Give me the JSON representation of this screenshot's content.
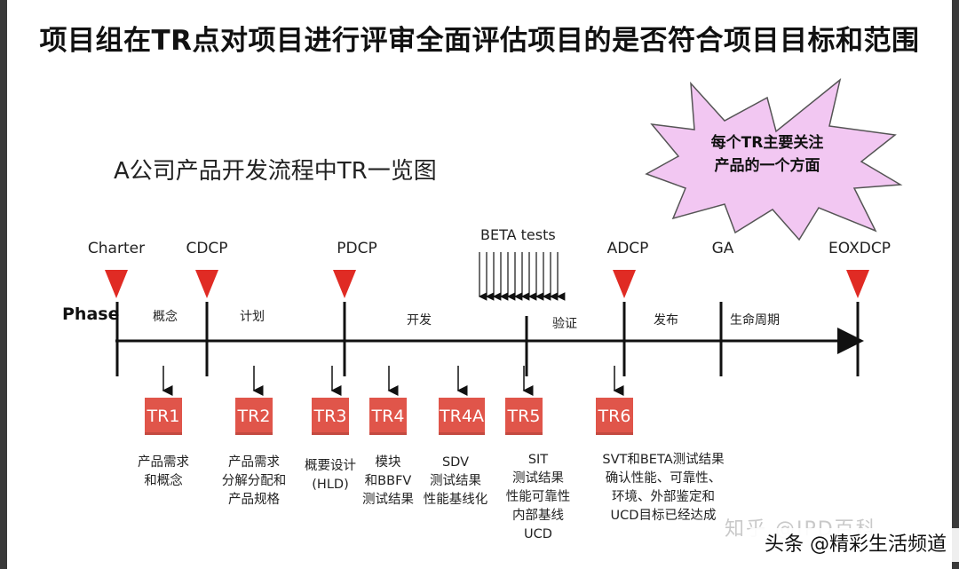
{
  "title": "项目组在TR点对项目进行评审全面评估项目的是否符合项目目标和范围",
  "subtitle": "A公司产品开发流程中TR一览图",
  "callout": "每个TR主要关注\n产品的一个方面",
  "axis_label": "Phase",
  "beta_label": "BETA tests",
  "milestones": [
    "Charter",
    "CDCP",
    "PDCP",
    "ADCP",
    "GA",
    "EOXDCP"
  ],
  "phases": [
    "概念",
    "计划",
    "开发",
    "验证",
    "发布",
    "生命周期"
  ],
  "tr_points": [
    {
      "label": "TR1",
      "desc": "产品需求\n和概念"
    },
    {
      "label": "TR2",
      "desc": "产品需求\n分解分配和\n产品规格"
    },
    {
      "label": "TR3",
      "desc": "概要设计\n(HLD)"
    },
    {
      "label": "TR4",
      "desc": "模块\n和BBFV\n测试结果"
    },
    {
      "label": "TR4A",
      "desc": "SDV\n测试结果\n性能基线化"
    },
    {
      "label": "TR5",
      "desc": "SIT\n测试结果\n性能可靠性\n内部基线\nUCD"
    },
    {
      "label": "TR6",
      "desc": "SVT和BETA测试结果\n确认性能、可靠性、\n环境、外部鉴定和\nUCD目标已经达成"
    }
  ],
  "watermark": "知乎 @IPD百科",
  "footer_credit": "头条 @精彩生活频道",
  "colors": {
    "marker_red": "#e02b24",
    "tr_box": "#e0554a",
    "burst_fill": "#f2c7f2"
  }
}
